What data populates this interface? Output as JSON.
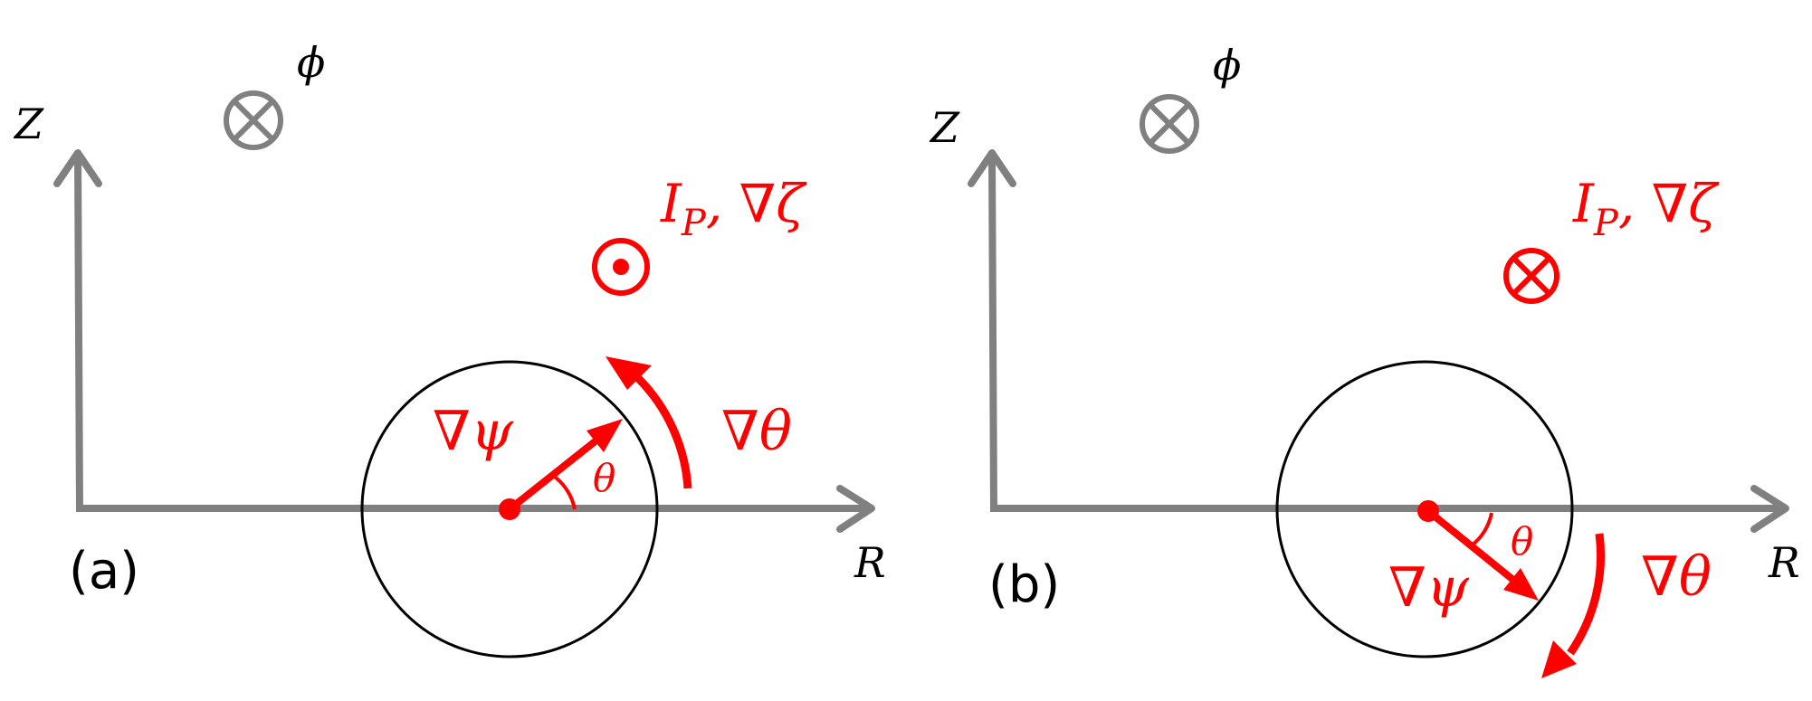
{
  "panels": [
    {
      "panel_label": "(a)",
      "z_axis_label": "Z",
      "r_axis_label": "R",
      "phi_label": "ϕ",
      "current_label": "I",
      "current_subscript": "P",
      "current_suffix": ", ∇ζ",
      "current_symbol": "dot",
      "grad_psi_label": "∇ψ",
      "angle_label": "θ",
      "grad_theta_label": "∇θ"
    },
    {
      "panel_label": "(b)",
      "z_axis_label": "Z",
      "r_axis_label": "R",
      "phi_label": "ϕ",
      "current_label": "I",
      "current_subscript": "P",
      "current_suffix": ", ∇ζ",
      "current_symbol": "cross",
      "grad_psi_label": "∇ψ",
      "angle_label": "θ",
      "grad_theta_label": "∇θ"
    }
  ],
  "colors": {
    "axis": "#808080",
    "accent": "#ff0000",
    "circle": "#000000"
  },
  "icons": {
    "into_page": "circled-cross-icon",
    "out_of_page": "circled-dot-icon"
  }
}
